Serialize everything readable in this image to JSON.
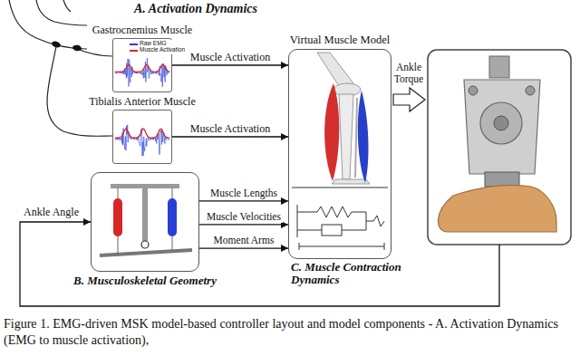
{
  "diagram": {
    "caption": "Figure 1. EMG-driven MSK model-based controller layout and model components - A. Activation Dynamics (EMG to muscle activation),",
    "nodes": [
      {
        "text": [
          "Gastrocnemius Muscle"
        ]
      },
      {
        "text": [
          "Tibialis Anterior Muscle"
        ]
      },
      {
        "text": [
          "Virtual Muscle Model",
          "C. Muscle Contraction Dynamics"
        ]
      },
      {
        "text": [
          "B. Musculoskeletal Geometry"
        ]
      }
    ],
    "edges": [
      {
        "from": 0,
        "to": 2,
        "arrow": "to",
        "label": "Muscle Activation"
      },
      {
        "from": 1,
        "to": 2,
        "arrow": "to",
        "label": "Muscle Activation"
      },
      {
        "from": 3,
        "to": 2,
        "arrow": "to",
        "label": "Muscle Lengths"
      },
      {
        "from": 3,
        "to": 2,
        "arrow": "to",
        "label": "Muscle Velocities"
      },
      {
        "from": 3,
        "to": 2,
        "arrow": "to",
        "label": "Moment Arms"
      }
    ],
    "labels": [
      "A. Activation Dynamics",
      "Ankle Torque",
      "Ankle Angle"
    ],
    "legend": [
      {
        "text": "Raw EMG",
        "color": "#2a3fd6"
      },
      {
        "text": "Muscle Activation",
        "color": "#d62728"
      }
    ]
  }
}
